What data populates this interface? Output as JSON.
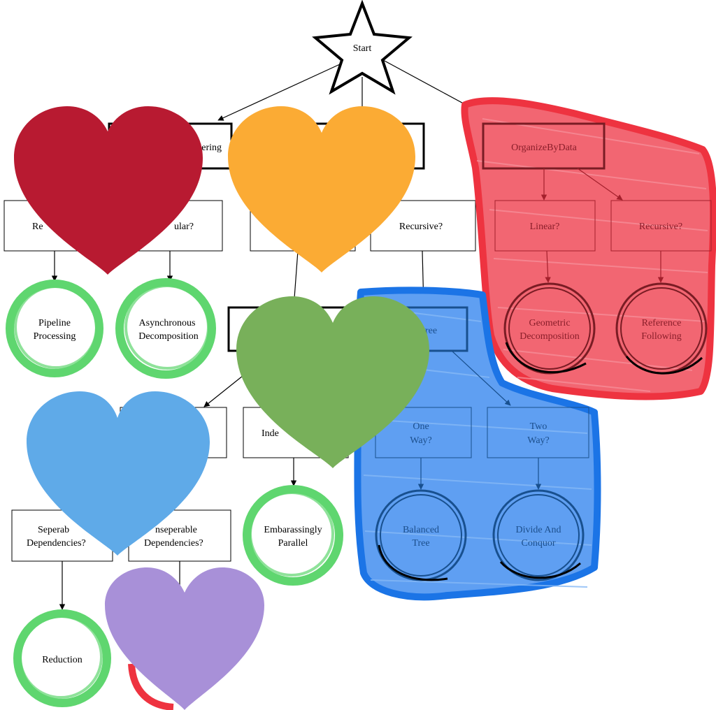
{
  "diagram": {
    "start": "Start",
    "nodes": {
      "org_by_flow": "Ordering",
      "org_by_data": "OrganizeByData",
      "flow_regular": "Re",
      "flow_irregular": "ular?",
      "task_recursive": "Recursive?",
      "data_linear": "Linear?",
      "data_recursive": "Recursive?",
      "tree_box": "ree",
      "deps_independent": "Inde",
      "deps_separable": "Seperab",
      "deps_separable_2": "Dependencies?",
      "deps_inseparable": "nseperable",
      "deps_inseparable_2": "Dependencies?",
      "tree_one_way_1": "One",
      "tree_one_way_2": "Way?",
      "tree_two_way_1": "Two",
      "tree_two_way_2": "Way?"
    },
    "patterns": {
      "pipeline_1": "Pipeline",
      "pipeline_2": "Processing",
      "async_1": "Asynchronous",
      "async_2": "Decomposition",
      "geometric_1": "Geometric",
      "geometric_2": "Decomposition",
      "reference_1": "Reference",
      "reference_2": "Following",
      "balanced_1": "Balanced",
      "balanced_2": "Tree",
      "divide_1": "Divide And",
      "divide_2": "Conquor",
      "embarassingly_1": "Embarassingly",
      "embarassingly_2": "Parallel",
      "reduction": "Reduction"
    }
  },
  "overlays": {
    "heart_colors": {
      "red": "#b81a31",
      "orange": "#fbab34",
      "green": "#78b05a",
      "blue": "#5faae8",
      "purple": "#a890d8"
    },
    "highlight_colors": {
      "red_region": "#f26672",
      "red_stroke": "#ee3340",
      "blue_region": "#5f9ff2",
      "blue_stroke": "#1b74e6",
      "green_ring": "#5fd66f"
    }
  }
}
